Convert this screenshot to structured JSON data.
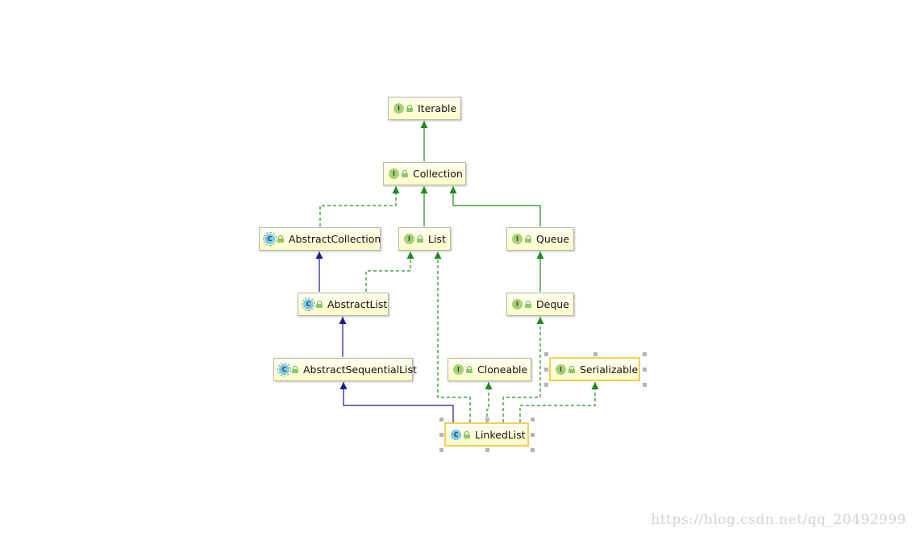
{
  "diagram": {
    "nodes": {
      "iterable": {
        "label": "Iterable",
        "badge": "I"
      },
      "collection": {
        "label": "Collection",
        "badge": "I"
      },
      "abstract_collection": {
        "label": "AbstractCollection",
        "badge": "C"
      },
      "list": {
        "label": "List",
        "badge": "I"
      },
      "queue": {
        "label": "Queue",
        "badge": "I"
      },
      "abstract_list": {
        "label": "AbstractList",
        "badge": "C"
      },
      "deque": {
        "label": "Deque",
        "badge": "I"
      },
      "abstract_sequential_list": {
        "label": "AbstractSequentialList",
        "badge": "C"
      },
      "cloneable": {
        "label": "Cloneable",
        "badge": "I"
      },
      "serializable": {
        "label": "Serializable",
        "badge": "I"
      },
      "linked_list": {
        "label": "LinkedList",
        "badge": "C"
      }
    },
    "relations": [
      {
        "from": "collection",
        "to": "iterable",
        "kind": "extends-interface"
      },
      {
        "from": "abstract_collection",
        "to": "collection",
        "kind": "implements"
      },
      {
        "from": "list",
        "to": "collection",
        "kind": "extends-interface"
      },
      {
        "from": "queue",
        "to": "collection",
        "kind": "extends-interface"
      },
      {
        "from": "abstract_list",
        "to": "abstract_collection",
        "kind": "extends-class"
      },
      {
        "from": "abstract_list",
        "to": "list",
        "kind": "implements"
      },
      {
        "from": "deque",
        "to": "queue",
        "kind": "extends-interface"
      },
      {
        "from": "abstract_sequential_list",
        "to": "abstract_list",
        "kind": "extends-class"
      },
      {
        "from": "linked_list",
        "to": "abstract_sequential_list",
        "kind": "extends-class"
      },
      {
        "from": "linked_list",
        "to": "list",
        "kind": "implements"
      },
      {
        "from": "linked_list",
        "to": "cloneable",
        "kind": "implements"
      },
      {
        "from": "linked_list",
        "to": "deque",
        "kind": "implements"
      },
      {
        "from": "linked_list",
        "to": "serializable",
        "kind": "implements"
      }
    ],
    "colors": {
      "interface_edge": "#1f8a1f",
      "class_edge": "#1a1a8c",
      "node_fill": "#fdfdc8",
      "selected_border": "#f2cf57"
    },
    "watermark": "https://blog.csdn.net/qq_20492999"
  }
}
